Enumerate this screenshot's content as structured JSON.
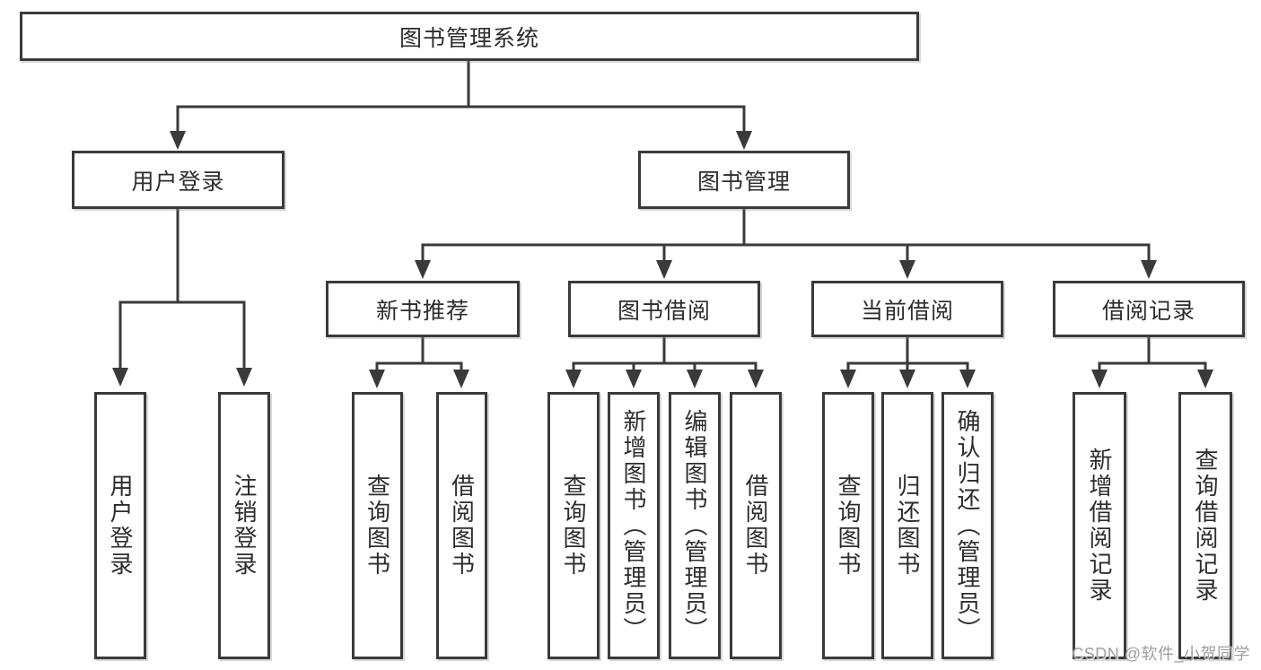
{
  "diagram": {
    "root": {
      "label": "图书管理系统"
    },
    "level2": [
      {
        "label": "用户登录"
      },
      {
        "label": "图书管理"
      }
    ],
    "user_login_children": [
      "用户登录",
      "注销登录"
    ],
    "level3": [
      {
        "label": "新书推荐"
      },
      {
        "label": "图书借阅"
      },
      {
        "label": "当前借阅"
      },
      {
        "label": "借阅记录"
      }
    ],
    "new_book_children": [
      "查询图书",
      "借阅图书"
    ],
    "book_borrow_children": [
      "查询图书",
      "新增图书（管理员）",
      "编辑图书（管理员）",
      "借阅图书"
    ],
    "current_borrow_children": [
      "查询图书",
      "归还图书",
      "确认归还（管理员）"
    ],
    "record_children": [
      "新增借阅记录",
      "查询借阅记录"
    ],
    "watermark": "CSDN @软件_小贺同学",
    "colors": {
      "line": "#3a3a3a",
      "box_border": "#3a3a3a",
      "background": "#ffffff",
      "watermark": "#9e9e9e"
    }
  }
}
